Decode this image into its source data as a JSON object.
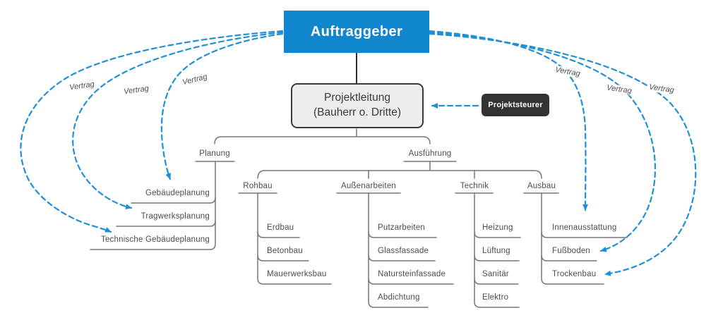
{
  "diagram": {
    "title_box": "Auftraggeber",
    "projektleitung": {
      "line1": "Projektleitung",
      "line2": "(Bauherr o. Dritte)"
    },
    "projektsteuerer": "Projektsteurer",
    "vertrag_label": "Vertrag",
    "tree": {
      "planung": {
        "label": "Planung",
        "children": [
          "Gebäudeplanung",
          "Tragwerksplanung",
          "Technische Gebäudeplanung"
        ]
      },
      "ausfuehrung": {
        "label": "Ausführung",
        "groups": [
          {
            "label": "Rohbau",
            "children": [
              "Erdbau",
              "Betonbau",
              "Mauerwerksbau"
            ]
          },
          {
            "label": "Außenarbeiten",
            "children": [
              "Putzarbeiten",
              "Glassfassade",
              "Natursteinfassade",
              "Abdichtung"
            ]
          },
          {
            "label": "Technik",
            "children": [
              "Heizung",
              "Lüftung",
              "Sanitär",
              "Elektro"
            ]
          },
          {
            "label": "Ausbau",
            "children": [
              "Innenausstattung",
              "Fußboden",
              "Trockenbau"
            ]
          }
        ]
      }
    },
    "colors": {
      "auftraggeber_blue": "#1186ce",
      "contract_arrow_blue": "#1f8fd6",
      "tree_line_gray": "#767676",
      "label_text_gray": "#4c4c4c",
      "projektleitung_fill": "#ededed",
      "projektleitung_border": "#3a3a3a",
      "projektsteuerer_fill": "#323232"
    }
  }
}
